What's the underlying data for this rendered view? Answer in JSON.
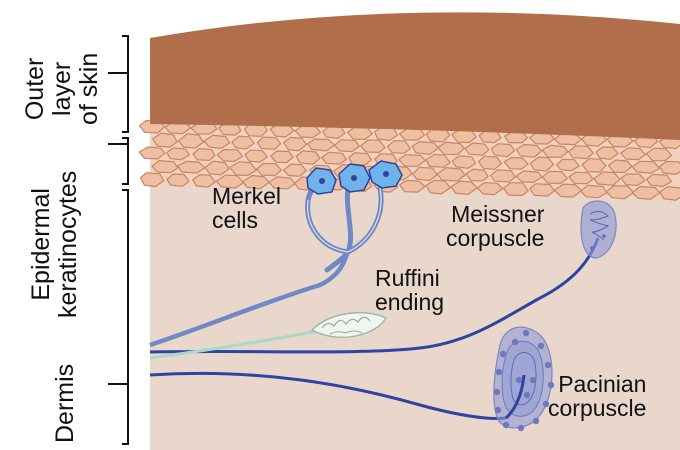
{
  "layers": {
    "outer_skin": [
      "Outer",
      "layer",
      "of skin"
    ],
    "epidermal": [
      "Epidermal",
      "keratinocytes"
    ],
    "dermis": "Dermis"
  },
  "receptors": {
    "merkel": [
      "Merkel",
      "cells"
    ],
    "meissner": [
      "Meissner",
      "corpuscle"
    ],
    "ruffini": [
      "Ruffini",
      "ending"
    ],
    "pacinian": [
      "Pacinian",
      "corpuscle"
    ]
  },
  "colors": {
    "outer_skin": "#b06f4a",
    "keratinocyte": "#eebfa3",
    "keratinocyte_stroke": "#c98563",
    "dermis": "#ead7cc",
    "merkel_cell": "#6fb3ea",
    "merkel_nerve": "#7188c6",
    "nerve_dark": "#2d44a2",
    "ruffini_nerve": "#a8d8c8",
    "corpuscle": "#8e9ad6",
    "bracket": "#111111"
  }
}
